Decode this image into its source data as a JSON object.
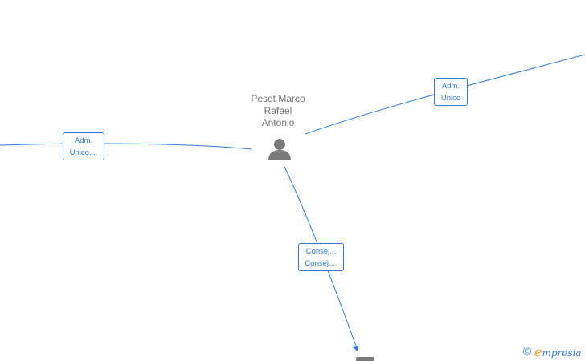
{
  "center_node": {
    "name_lines": [
      "Peset Marco",
      "Rafael",
      "Antonio"
    ],
    "icon": "person-icon"
  },
  "edges": [
    {
      "id": "left",
      "label_lines": [
        "Adm.",
        "Unico,..."
      ]
    },
    {
      "id": "right",
      "label_lines": [
        "Adm.",
        "Unico"
      ]
    },
    {
      "id": "down",
      "label_lines": [
        "Consej. ,",
        "Consej...."
      ]
    }
  ],
  "target_node": {
    "icon": "company-icon"
  },
  "watermark": {
    "copyright": "©",
    "brand_first": "e",
    "brand_rest": "mpresia"
  },
  "colors": {
    "edge": "#2f7ad6",
    "node_text": "#707070",
    "icon": "#7a7a7a",
    "brand_accent": "#f39a1c"
  }
}
